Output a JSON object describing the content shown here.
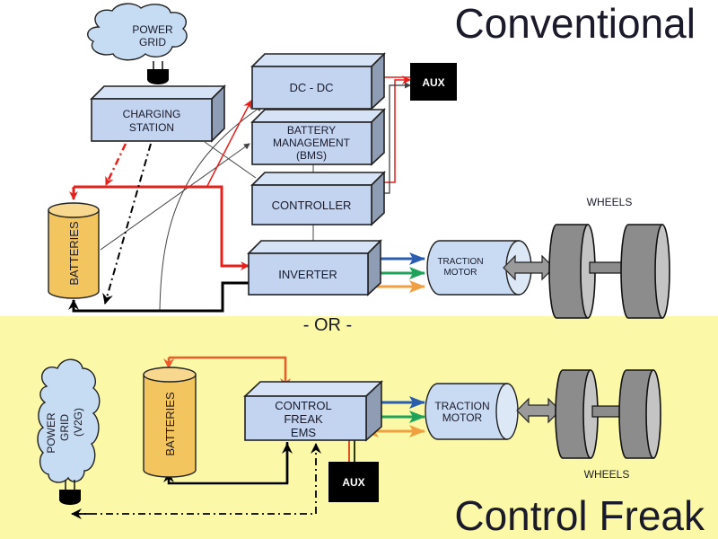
{
  "titles": {
    "conventional": "Conventional",
    "control_freak": "Control Freak",
    "separator": "- OR -"
  },
  "colors": {
    "bottom_background": "#fbf9a8",
    "box_fill": "#c3d4f0",
    "battery_fill": "#f3c55e",
    "cloud_fill": "#c6dcf2",
    "power_red": "#e8201c",
    "ems_red": "#f05a28",
    "phase_blue": "#2a5db0",
    "phase_green": "#1fa35a",
    "phase_orange": "#f0a040",
    "aux_black": "#000000"
  },
  "conventional": {
    "power_grid": {
      "line1": "POWER",
      "line2": "GRID"
    },
    "charging_station": {
      "line1": "CHARGING",
      "line2": "STATION"
    },
    "dcdc": {
      "label": "DC - DC"
    },
    "bms": {
      "line1": "BATTERY",
      "line2": "MANAGEMENT",
      "line3": "(BMS)"
    },
    "controller": {
      "label": "CONTROLLER"
    },
    "inverter": {
      "label": "INVERTER"
    },
    "aux": {
      "label": "AUX"
    },
    "batteries": {
      "label": "BATTERIES"
    },
    "traction_motor": {
      "line1": "TRACTION",
      "line2": "MOTOR"
    },
    "wheels": {
      "label": "WHEELS"
    }
  },
  "control_freak": {
    "power_grid": {
      "line1": "POWER",
      "line2": "GRID",
      "line3": "(V2G)"
    },
    "batteries": {
      "label": "BATTERIES"
    },
    "ems": {
      "line1": "CONTROL",
      "line2": "FREAK",
      "line3": "EMS"
    },
    "aux": {
      "label": "AUX"
    },
    "traction_motor": {
      "line1": "TRACTION",
      "line2": "MOTOR"
    },
    "wheels": {
      "label": "WHEELS"
    }
  }
}
